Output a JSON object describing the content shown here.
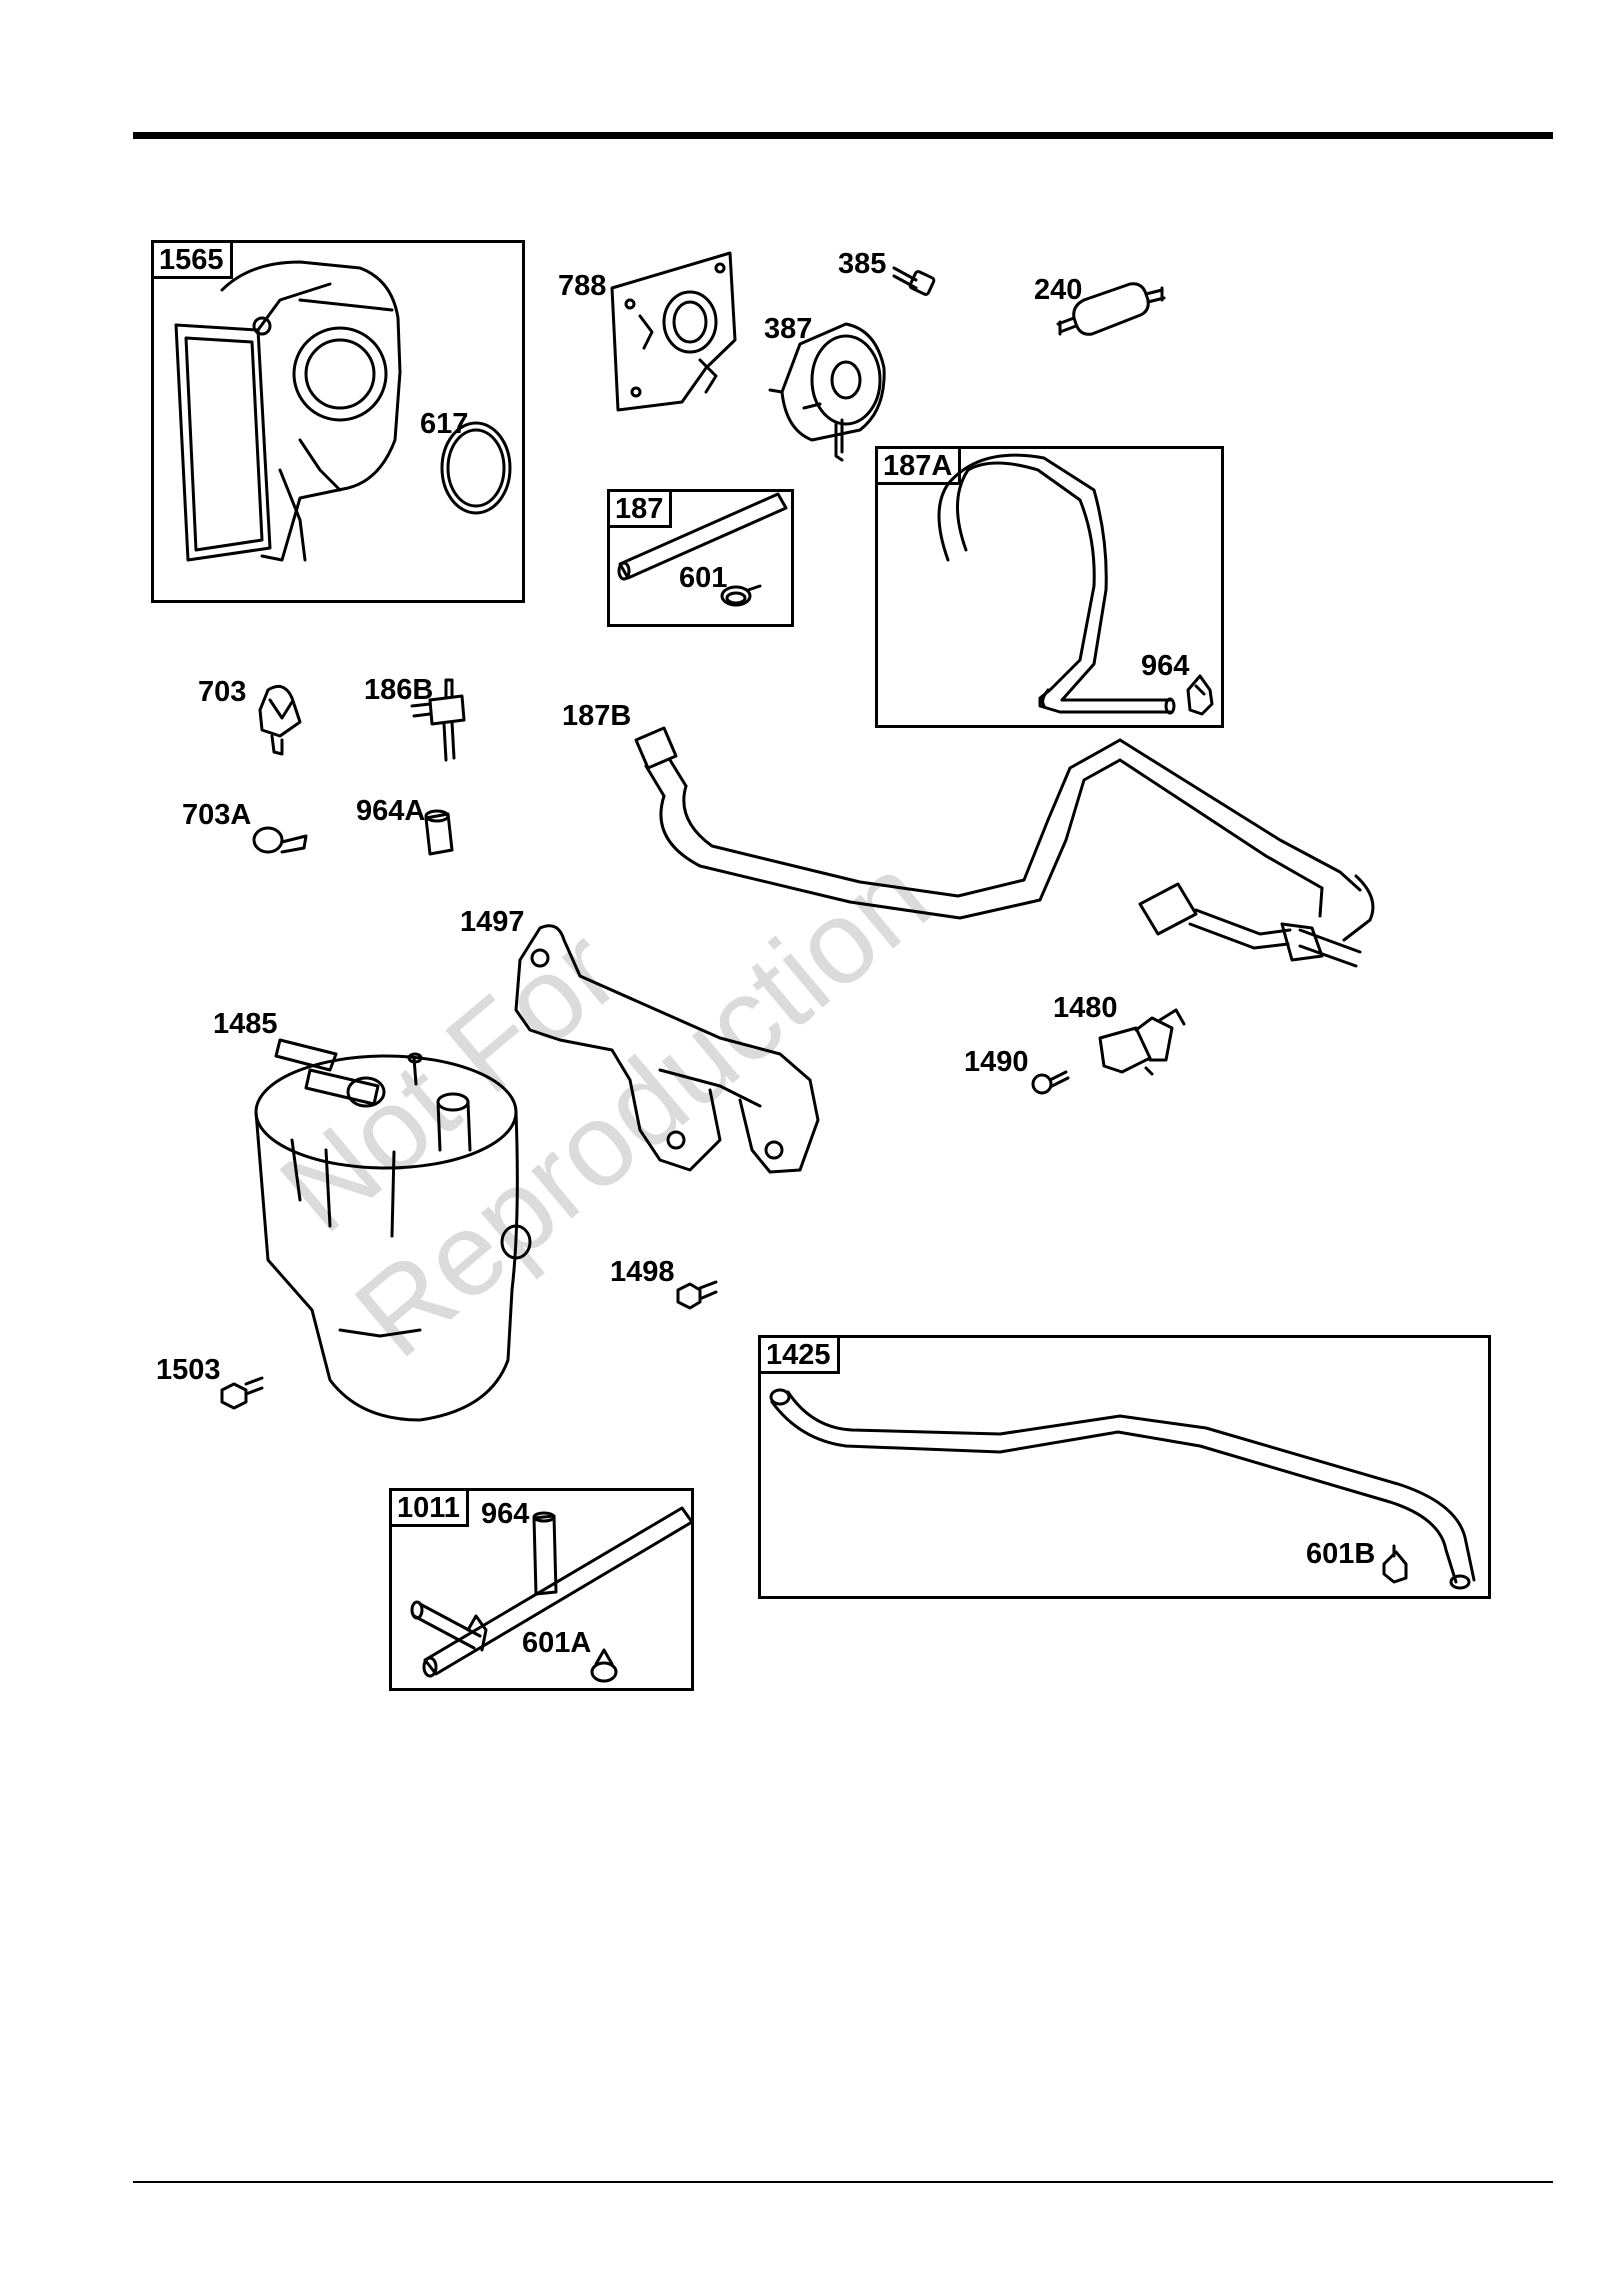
{
  "watermark": {
    "line1": "Not For",
    "line2": "Reproduction"
  },
  "boxes": [
    {
      "id": "1565"
    },
    {
      "id": "187"
    },
    {
      "id": "187A"
    },
    {
      "id": "1425"
    },
    {
      "id": "1011"
    }
  ],
  "callouts": {
    "c617": "617",
    "c788": "788",
    "c385": "385",
    "c387": "387",
    "c240": "240",
    "c601": "601",
    "c964_a": "964",
    "c703": "703",
    "c186B": "186B",
    "c187B": "187B",
    "c703A": "703A",
    "c964A": "964A",
    "c1497": "1497",
    "c1485": "1485",
    "c1480": "1480",
    "c1490": "1490",
    "c1498": "1498",
    "c1503": "1503",
    "c964_b": "964",
    "c601A": "601A",
    "c601B": "601B"
  }
}
